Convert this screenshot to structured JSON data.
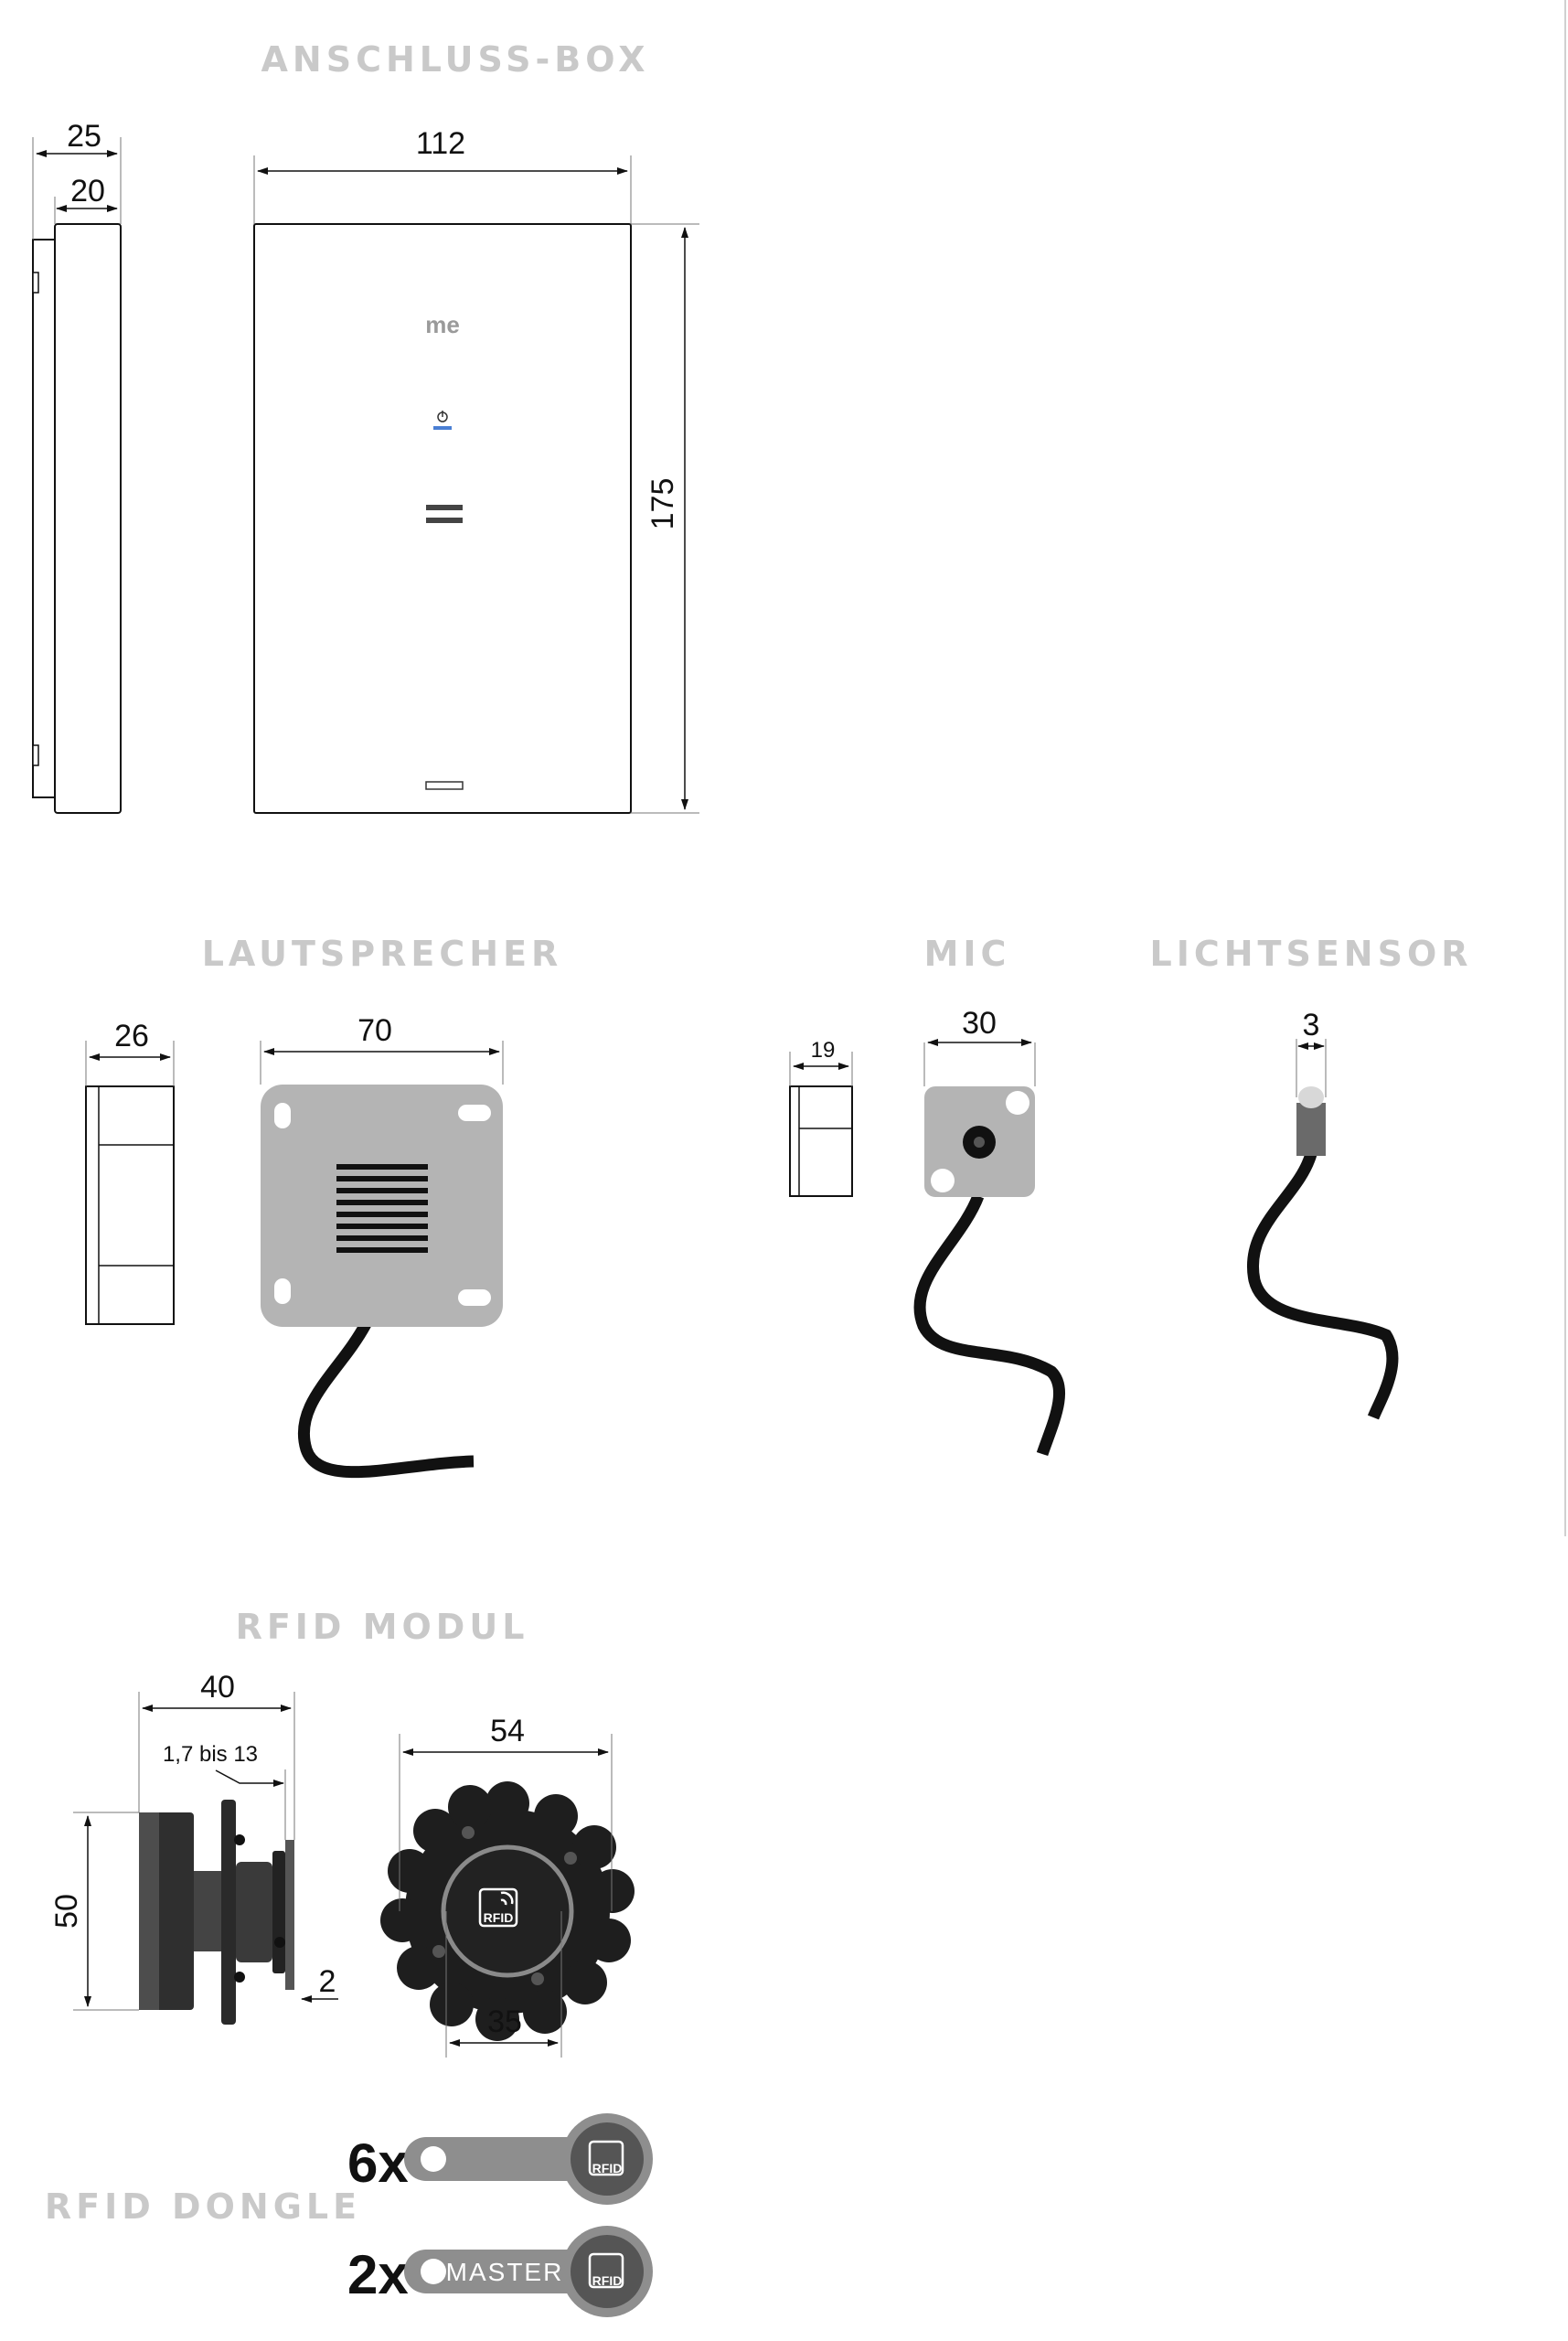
{
  "sections": {
    "anschluss_box": "ANSCHLUSS-BOX",
    "lautsprecher": "LAUTSPRECHER",
    "mic": "MIC",
    "lichtsensor": "LICHTSENSOR",
    "rfid_modul": "RFID MODUL",
    "rfid_dongle": "RFID DONGLE"
  },
  "anschluss_box": {
    "depth_outer": "25",
    "depth_inner": "20",
    "width": "112",
    "height": "175",
    "logo": "me"
  },
  "lautsprecher": {
    "depth": "26",
    "width": "70"
  },
  "mic": {
    "depth": "19",
    "width": "30"
  },
  "lichtsensor": {
    "diameter": "3"
  },
  "rfid_modul": {
    "depth": "40",
    "wall_range": "1,7 bis 13",
    "height": "50",
    "flange": "2",
    "outer_diameter": "54",
    "inner_diameter": "35",
    "badge": "RFID"
  },
  "rfid_dongle": {
    "standard_count": "6x",
    "master_count": "2x",
    "master_label": "MASTER",
    "badge": "RFID"
  },
  "colors": {
    "title_gray": "#c9c9c9",
    "device_gray": "#b4b4b4",
    "reader_black": "#1e1e1e",
    "led_blue": "#4a7fd4",
    "sensor_gray": "#6a6a6a"
  },
  "icons": [
    "power-icon",
    "rfid-wave-icon",
    "speaker-grille-icon"
  ]
}
